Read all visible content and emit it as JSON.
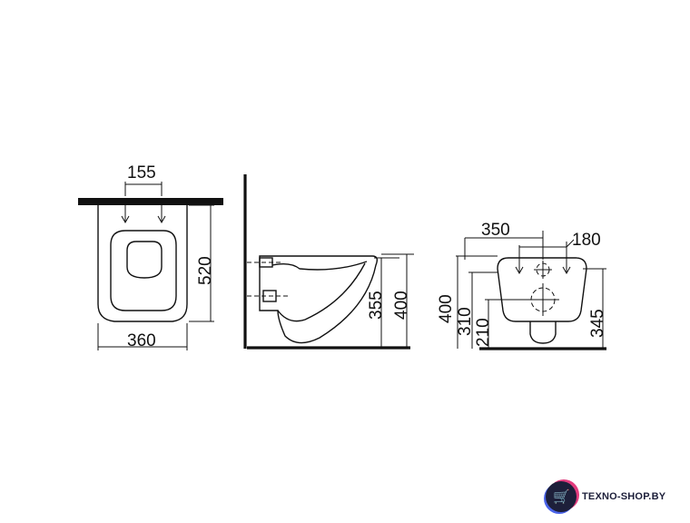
{
  "views": {
    "top": {
      "dims": {
        "pipe_spacing": "155",
        "length": "520",
        "width": "360"
      }
    },
    "side": {
      "dims": {
        "outlet_height": "355",
        "total_height": "400"
      }
    },
    "rear": {
      "dims": {
        "top_width": "350",
        "hole_offset": "180",
        "height_400": "400",
        "height_310": "310",
        "height_210": "210",
        "height_345": "345"
      }
    }
  },
  "watermark": {
    "text": "TEXNO-SHOP.BY",
    "icon": "cart-icon"
  }
}
